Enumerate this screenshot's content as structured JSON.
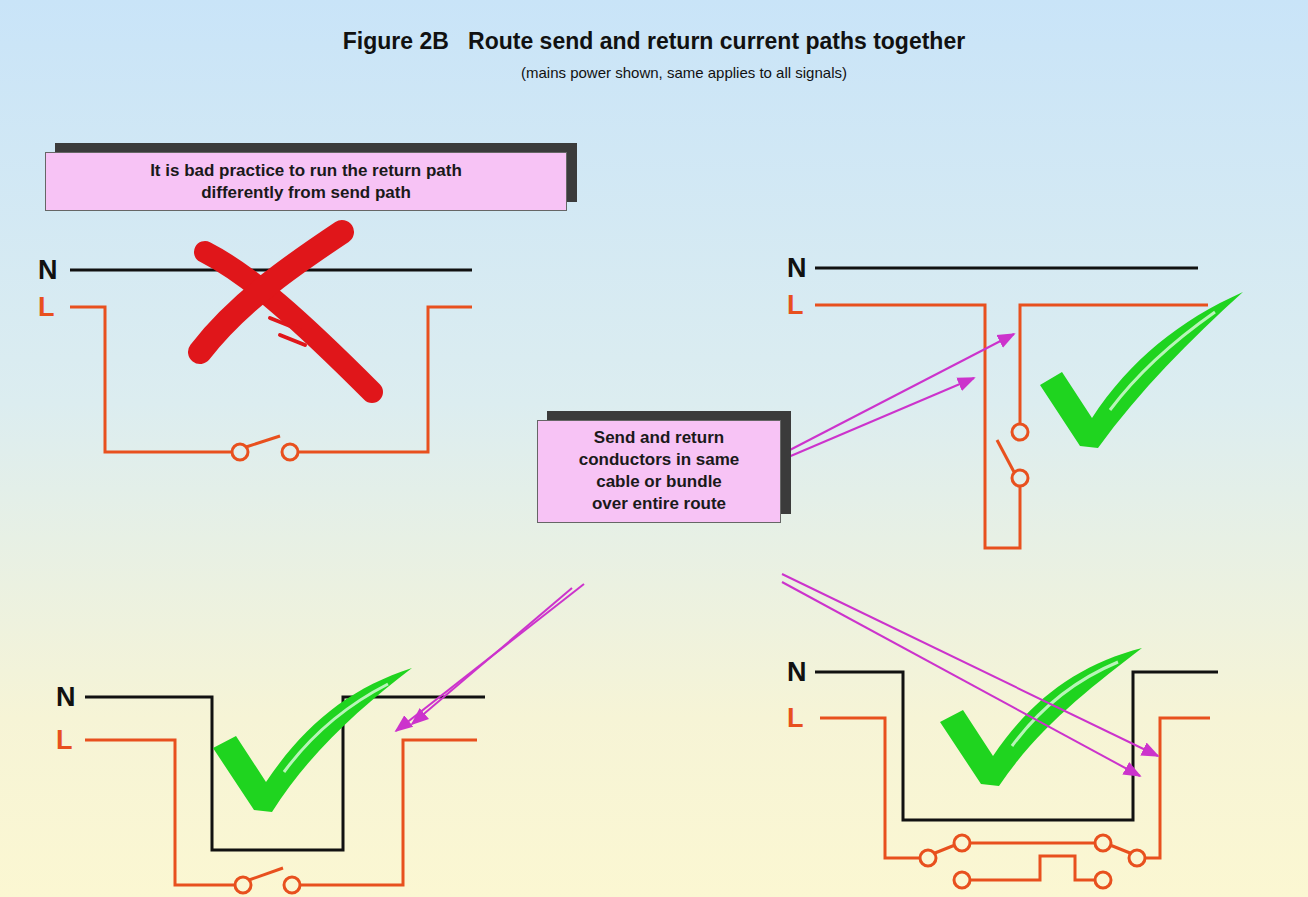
{
  "diagram": {
    "title": "Figure 2B   Route send and return current paths together",
    "caption": "(mains power shown, same applies to all signals)",
    "nodes": [
      {
        "text": [
          "It is bad practice to run the return path differently from send path"
        ]
      },
      {
        "text": [
          "Send and return conductors in same cable or bundle over entire route"
        ]
      }
    ],
    "labels": [
      "N",
      "L",
      "N",
      "L",
      "N",
      "L",
      "N",
      "L"
    ]
  }
}
